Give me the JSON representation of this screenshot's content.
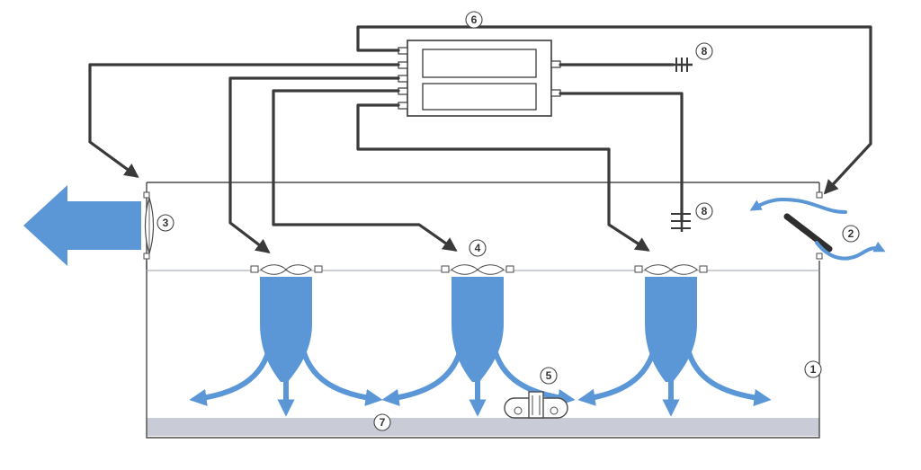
{
  "diagram": {
    "colors": {
      "airflow": "#5b97d6",
      "wiring": "#3a3a3a",
      "floor": "#c9ccd6",
      "outline": "#4a4a4a"
    },
    "callouts": {
      "house": "1",
      "inlet": "2",
      "exhaust_fan": "3",
      "circulation_fans": "4",
      "heater": "5",
      "controller": "6",
      "litter": "7",
      "sensor_outside": "8",
      "sensor_inside": "8"
    }
  }
}
